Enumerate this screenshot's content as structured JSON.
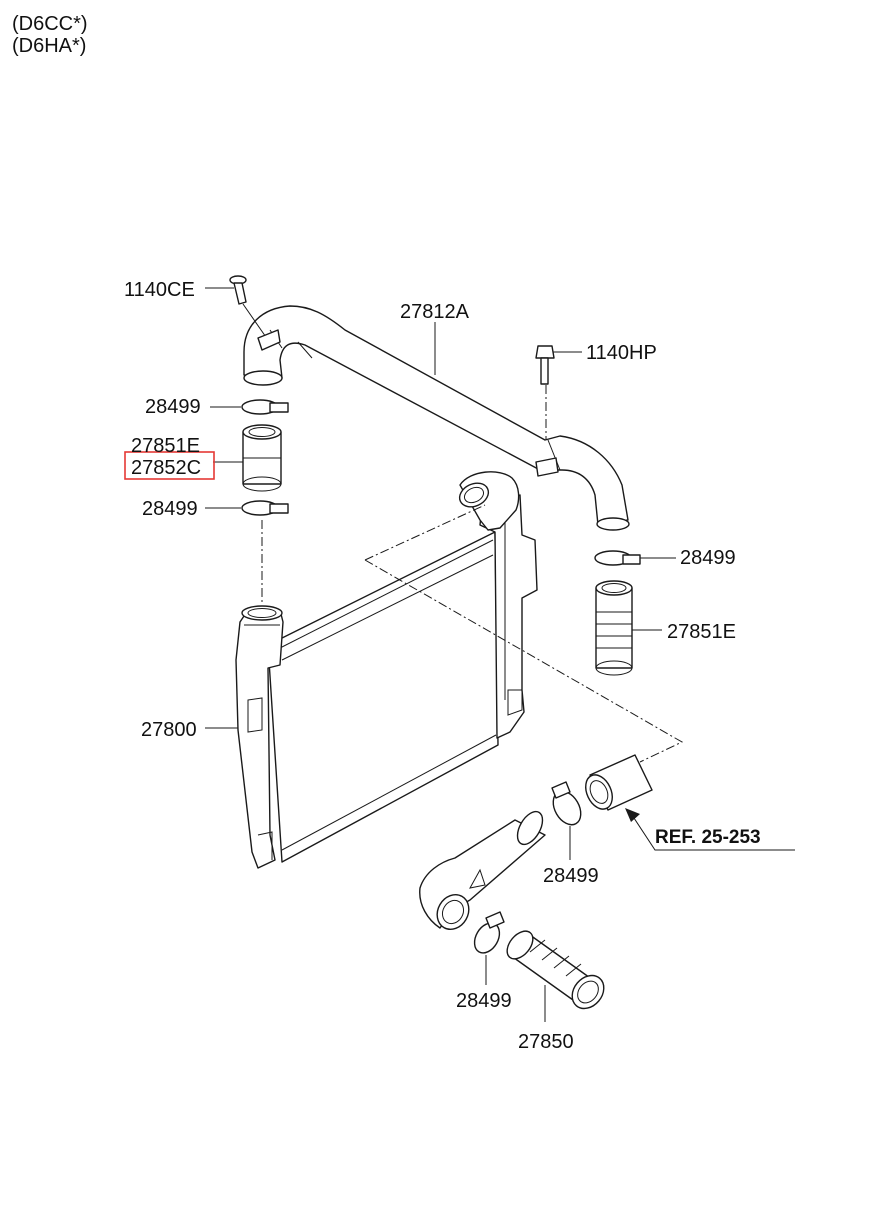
{
  "header": {
    "engine_line_1": "(D6CC*)",
    "engine_line_2": "(D6HA*)"
  },
  "callouts": {
    "bolt_left": "1140CE",
    "pipe_upper": "27812A",
    "bolt_right": "1140HP",
    "clamp_upper_left": "28499",
    "hose_left_1": "27851E",
    "hose_left_2_selected": "27852C",
    "clamp_lower_left": "28499",
    "clamp_right": "28499",
    "hose_right": "27851E",
    "intercooler": "27800",
    "reference": "REF. 25-253",
    "clamp_bottom_right": "28499",
    "clamp_bottom_left": "28499",
    "hose_bottom": "27850"
  },
  "colors": {
    "highlight": "#e53935",
    "line": "#1a1a1a"
  }
}
